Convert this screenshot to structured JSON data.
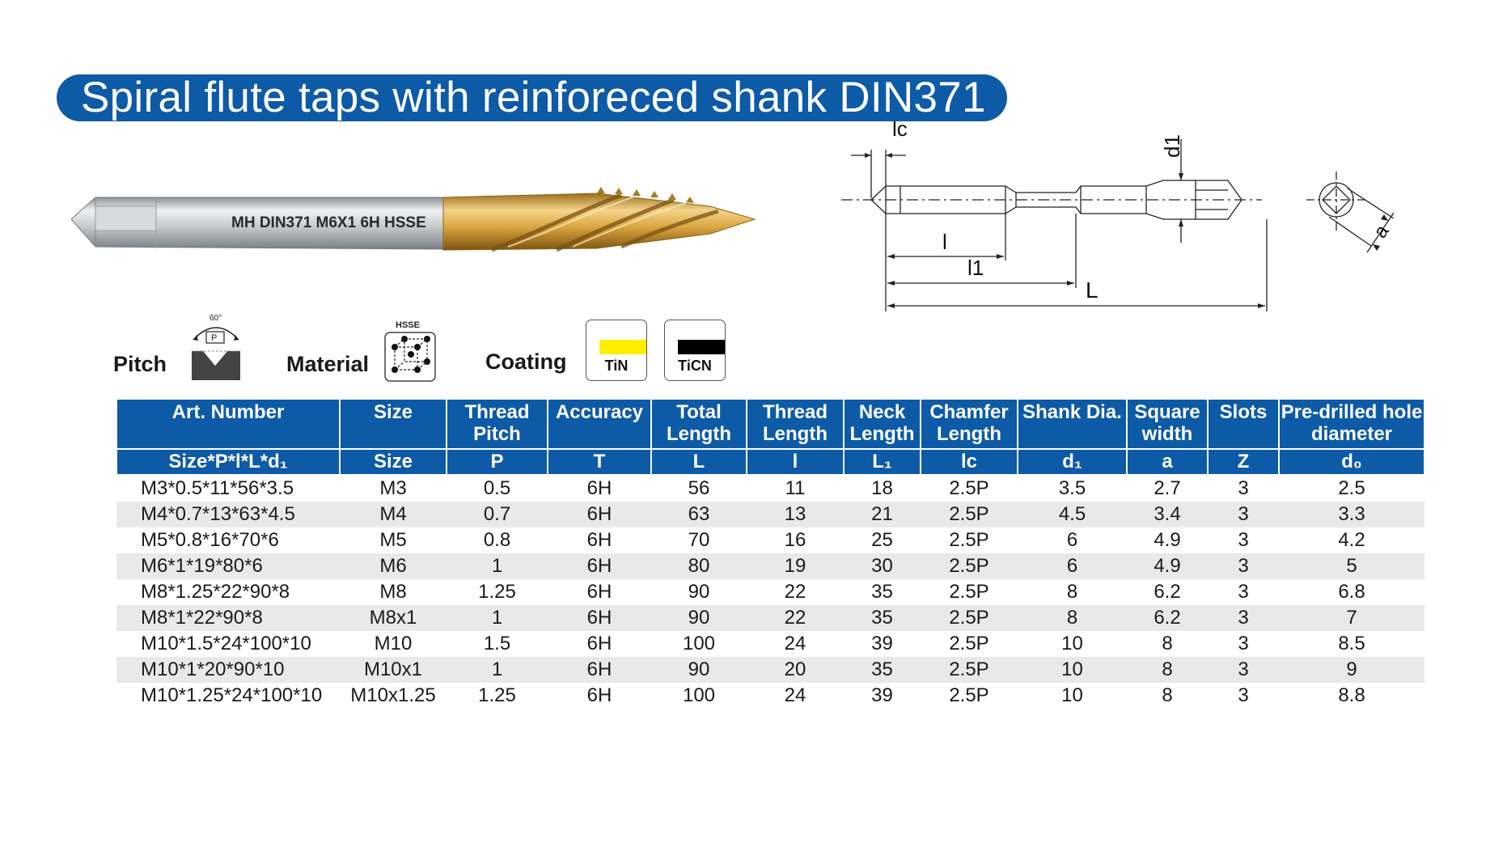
{
  "title": "Spiral flute taps with reinforeced shank DIN371",
  "tool_marking": "MH DIN371 M6X1 6H HSSE",
  "drawing_labels": {
    "lc": "lc",
    "d1": "d1",
    "l": "l",
    "l1": "l1",
    "L": "L",
    "a": "a"
  },
  "specs": {
    "pitch_label": "Pitch",
    "pitch_angle": "60°",
    "pitch_p": "P",
    "material_label": "Material",
    "material_code": "HSSE",
    "coating_label": "Coating",
    "coatings": [
      {
        "name": "TiN",
        "color": "#ffee00"
      },
      {
        "name": "TiCN",
        "color": "#000000"
      }
    ]
  },
  "table": {
    "header_top": [
      "Art. Number",
      "Size",
      "Thread Pitch",
      "Accuracy",
      "Total Length",
      "Thread Length",
      "Neck Length",
      "Chamfer Length",
      "Shank Dia.",
      "Square width",
      "Slots",
      "Pre-drilled hole diameter"
    ],
    "header_bottom": [
      "Size*P*l*L*d₁",
      "Size",
      "P",
      "T",
      "L",
      "l",
      "L₁",
      "lc",
      "d₁",
      "a",
      "Z",
      "d₀"
    ],
    "rows": [
      [
        "M3*0.5*11*56*3.5",
        "M3",
        "0.5",
        "6H",
        "56",
        "11",
        "18",
        "2.5P",
        "3.5",
        "2.7",
        "3",
        "2.5"
      ],
      [
        "M4*0.7*13*63*4.5",
        "M4",
        "0.7",
        "6H",
        "63",
        "13",
        "21",
        "2.5P",
        "4.5",
        "3.4",
        "3",
        "3.3"
      ],
      [
        "M5*0.8*16*70*6",
        "M5",
        "0.8",
        "6H",
        "70",
        "16",
        "25",
        "2.5P",
        "6",
        "4.9",
        "3",
        "4.2"
      ],
      [
        "M6*1*19*80*6",
        "M6",
        "1",
        "6H",
        "80",
        "19",
        "30",
        "2.5P",
        "6",
        "4.9",
        "3",
        "5"
      ],
      [
        "M8*1.25*22*90*8",
        "M8",
        "1.25",
        "6H",
        "90",
        "22",
        "35",
        "2.5P",
        "8",
        "6.2",
        "3",
        "6.8"
      ],
      [
        "M8*1*22*90*8",
        "M8x1",
        "1",
        "6H",
        "90",
        "22",
        "35",
        "2.5P",
        "8",
        "6.2",
        "3",
        "7"
      ],
      [
        "M10*1.5*24*100*10",
        "M10",
        "1.5",
        "6H",
        "100",
        "24",
        "39",
        "2.5P",
        "10",
        "8",
        "3",
        "8.5"
      ],
      [
        "M10*1*20*90*10",
        "M10x1",
        "1",
        "6H",
        "90",
        "20",
        "35",
        "2.5P",
        "10",
        "8",
        "3",
        "9"
      ],
      [
        "M10*1.25*24*100*10",
        "M10x1.25",
        "1.25",
        "6H",
        "100",
        "24",
        "39",
        "2.5P",
        "10",
        "8",
        "3",
        "8.8"
      ]
    ]
  },
  "colors": {
    "brand_blue": "#0d5aa7",
    "row_alt": "#e9e9e9",
    "tin_gold": "#d9a540"
  }
}
